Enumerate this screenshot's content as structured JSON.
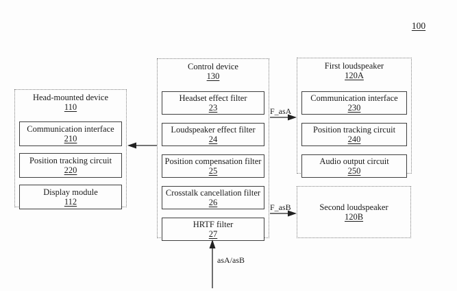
{
  "figure_ref": "100",
  "hmd": {
    "title": "Head-mounted device",
    "ref": "110",
    "items": [
      {
        "label": "Communication interface",
        "ref": "210"
      },
      {
        "label": "Position tracking circuit",
        "ref": "220"
      },
      {
        "label": "Display module",
        "ref": "112"
      }
    ]
  },
  "ctrl": {
    "title": "Control device",
    "ref": "130",
    "items": [
      {
        "label": "Headset effect filter",
        "ref": "23"
      },
      {
        "label": "Loudspeaker effect filter",
        "ref": "24"
      },
      {
        "label": "Position compensation filter",
        "ref": "25"
      },
      {
        "label": "Crosstalk cancellation filter",
        "ref": "26"
      },
      {
        "label": "HRTF filter",
        "ref": "27"
      }
    ]
  },
  "ls1": {
    "title": "First loudspeaker",
    "ref": "120A",
    "items": [
      {
        "label": "Communication interface",
        "ref": "230"
      },
      {
        "label": "Position tracking circuit",
        "ref": "240"
      },
      {
        "label": "Audio output circuit",
        "ref": "250"
      }
    ]
  },
  "ls2": {
    "title": "Second loudspeaker",
    "ref": "120B"
  },
  "labels": {
    "f_asA": "F_asA",
    "f_asB": "F_asB",
    "asAB": "asA/asB"
  },
  "colors": {
    "line": "#222222",
    "outer_border": "#7d7d7d",
    "inner_border": "#3e3e3e",
    "background": "#fdfdfd",
    "text": "#1a1a1a"
  }
}
